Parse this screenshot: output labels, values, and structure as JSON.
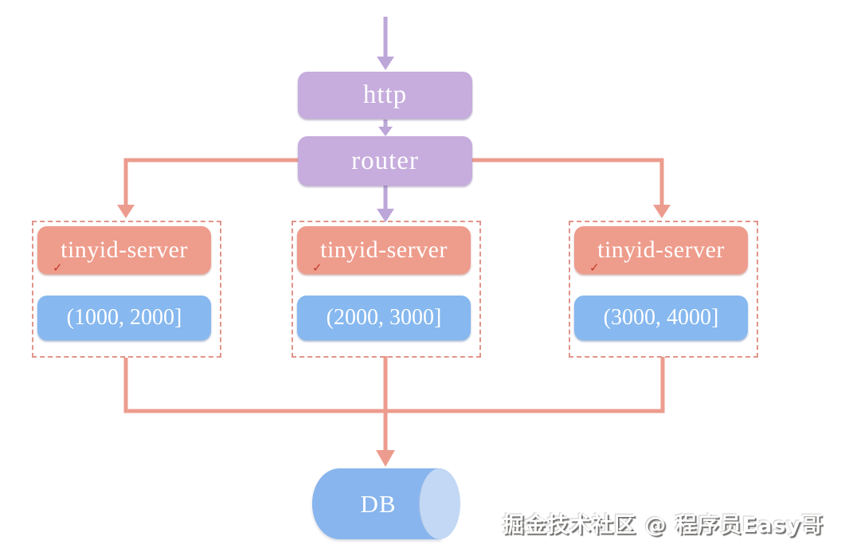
{
  "colors": {
    "purple_fill": "#c6addd",
    "purple_arrow": "#bda6d8",
    "salmon_fill": "#ee9c8c",
    "salmon_line": "#ec9c8e",
    "dashed_border": "#e0948a",
    "blue_fill": "#87b8ef",
    "db_body": "#88b5ed",
    "db_cap": "#c2d8f5",
    "label_text": "#ffffff",
    "spellcheck": "#c23a2a"
  },
  "nodes": {
    "http": {
      "label": "http"
    },
    "router": {
      "label": "router"
    },
    "servers": [
      {
        "label": "tinyid-server",
        "range": "(1000, 2000]"
      },
      {
        "label": "tinyid-server",
        "range": "(2000, 3000]"
      },
      {
        "label": "tinyid-server",
        "range": "(3000, 4000]"
      }
    ],
    "db": {
      "label": "DB"
    }
  },
  "marks": {
    "spellcheck_glyph": "✓"
  },
  "watermark": "掘金技术社区 @ 程序员Easy哥"
}
